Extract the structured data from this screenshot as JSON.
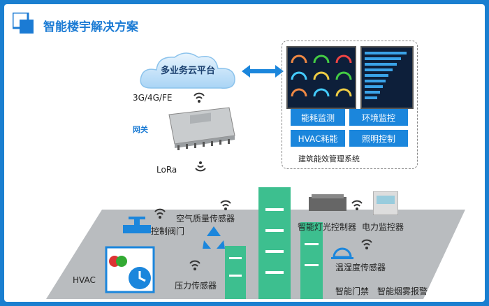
{
  "title": "智能楼宇解决方案",
  "cloud_label": "多业务云平台",
  "network_label": "3G/4G/FE",
  "gateway_label": "网关",
  "lora_label": "LoRa",
  "system_label": "建筑能效管理系统",
  "modules": [
    "能耗监测",
    "环境监控",
    "HVAC耗能",
    "照明控制"
  ],
  "devices": {
    "valve": "控制阀门",
    "air_quality": "空气质量传感器",
    "lighting_controller": "智能灯光控制器",
    "power_monitor": "电力监控器",
    "temp_humidity": "温湿度传感器",
    "hvac": "HVAC",
    "pressure": "压力传感器",
    "access_control": "智能门禁",
    "smoke_alarm": "智能烟雾报警"
  },
  "colors": {
    "accent": "#1b86dc",
    "title": "#1b7bd4",
    "building": "#3dbf8f"
  }
}
